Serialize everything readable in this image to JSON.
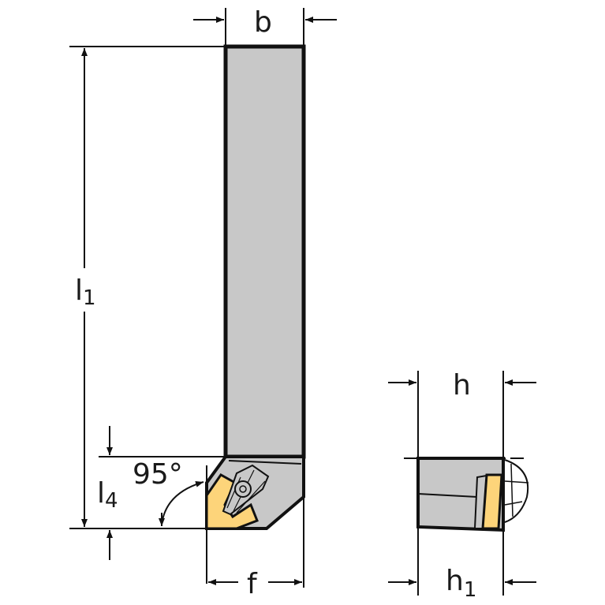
{
  "diagram": {
    "type": "technical-drawing",
    "subject": "turning tool holder with insert",
    "colors": {
      "body": "#c8c8c8",
      "insert": "#fdd47a",
      "line": "#111111",
      "background": "#ffffff"
    },
    "dimensions": {
      "b": {
        "label": "b"
      },
      "l1": {
        "label": "l",
        "sub": "1"
      },
      "l4": {
        "label": "l",
        "sub": "4"
      },
      "angle": {
        "label": "95°"
      },
      "f": {
        "label": "f"
      },
      "h": {
        "label": "h"
      },
      "h1": {
        "label": "h",
        "sub": "1"
      }
    },
    "views": [
      "top-view",
      "end-view"
    ]
  }
}
